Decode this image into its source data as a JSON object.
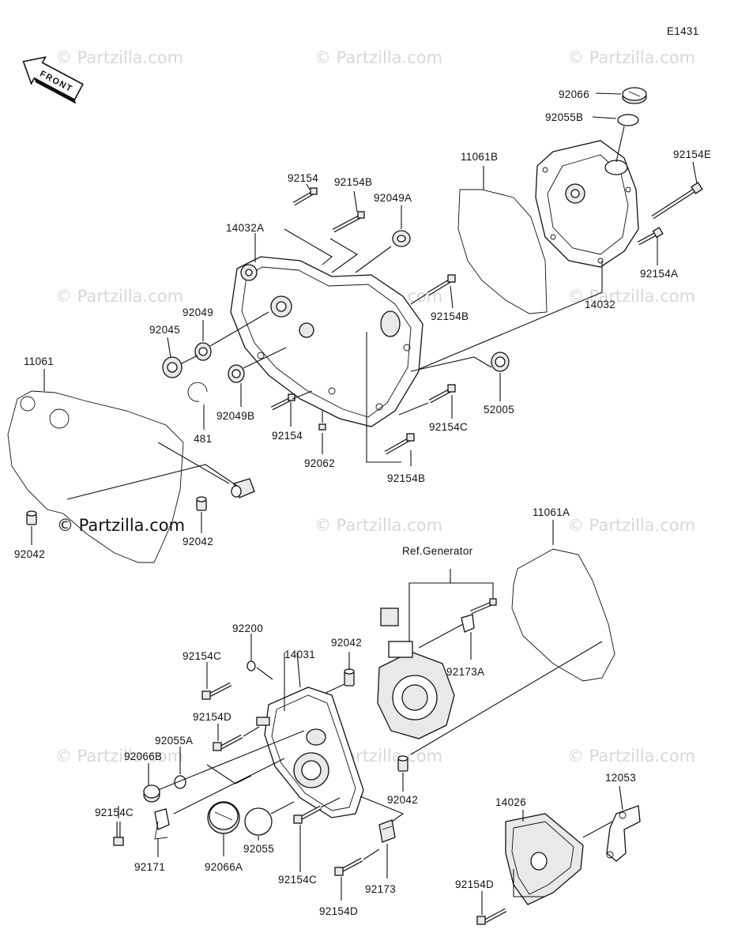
{
  "diagram_code": "E1431",
  "front_label": "FRONT",
  "ref_label": "Ref.Generator",
  "watermark": "© Partzilla.com",
  "labels": {
    "p92066": "92066",
    "p92055B": "92055B",
    "p92154E": "92154E",
    "p11061B": "11061B",
    "p92154_top": "92154",
    "p92154B_top": "92154B",
    "p92049A": "92049A",
    "p14032A": "14032A",
    "p92154A": "92154A",
    "p14032": "14032",
    "p92049": "92049",
    "p92045": "92045",
    "p92154B_mid": "92154B",
    "p11061": "11061",
    "p52005": "52005",
    "p92049B": "92049B",
    "p92154_mid": "92154",
    "p92154C_mid": "92154C",
    "p481": "481",
    "p92062": "92062",
    "p92154B_low": "92154B",
    "p92042_left": "92042",
    "p92042_mid": "92042",
    "p11061A": "11061A",
    "p92200": "92200",
    "p92042_gen": "92042",
    "p92154C_a": "92154C",
    "p14031": "14031",
    "p92173A": "92173A",
    "p92154D_a": "92154D",
    "p92055A": "92055A",
    "p92066B": "92066B",
    "p92042_low": "92042",
    "p12053": "12053",
    "p14026": "14026",
    "p92154C_b": "92154C",
    "p92171": "92171",
    "p92066A": "92066A",
    "p92055": "92055",
    "p92154C_c": "92154C",
    "p92173": "92173",
    "p92154D_b": "92154D",
    "p92154D_c": "92154D"
  }
}
